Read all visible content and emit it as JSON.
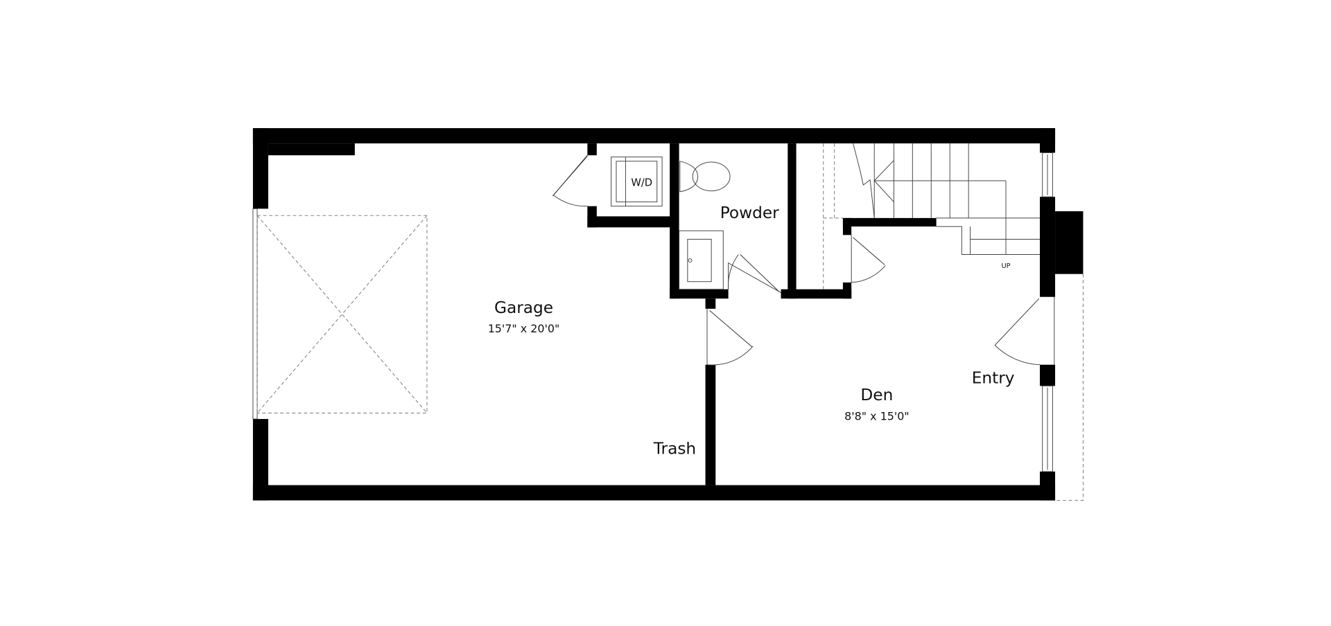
{
  "floorplan": {
    "rooms": {
      "garage": {
        "name": "Garage",
        "dimensions": "15'7\" x 20'0\""
      },
      "powder": {
        "name": "Powder"
      },
      "den": {
        "name": "Den",
        "dimensions": "8'8\" x 15'0\""
      },
      "entry": {
        "name": "Entry"
      },
      "trash": {
        "name": "Trash"
      }
    },
    "fixtures": {
      "washer_dryer": "W/D",
      "stairs_direction": "UP"
    },
    "colors": {
      "wall": "#000000",
      "background": "#ffffff",
      "line": "#444444"
    }
  }
}
